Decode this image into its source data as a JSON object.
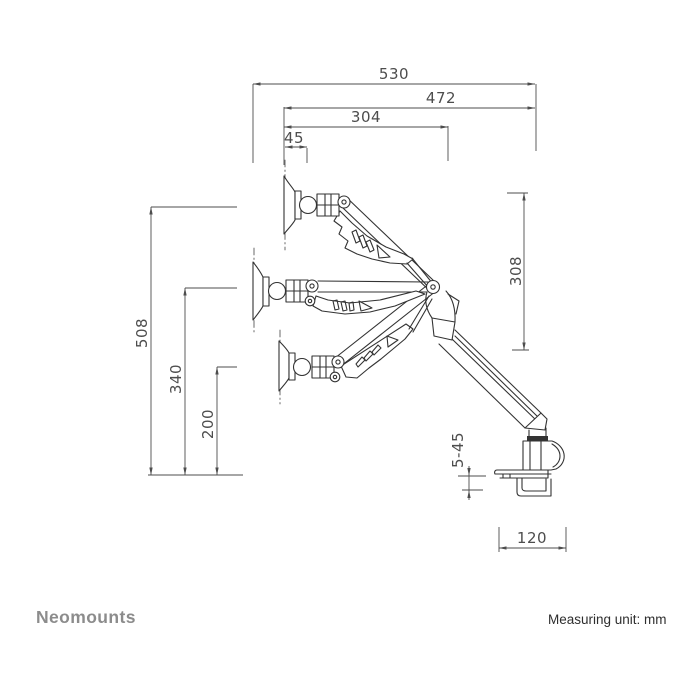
{
  "canvas": {
    "background": "#ffffff",
    "drawing_line_color": "#333333",
    "dimension_color": "#4d4d4d",
    "brand_color": "#8c8c8c"
  },
  "diagram": {
    "subject": "desk-mounted monitor arm, side view, three height positions",
    "dimensions": {
      "top_width_total": "530",
      "top_width_arm": "472",
      "top_width_front": "304",
      "top_width_vesa": "45",
      "left_height_max": "508",
      "left_height_mid": "340",
      "left_height_min": "200",
      "right_vertical_range": "308",
      "clamp_thickness_range": "5-45",
      "clamp_base_depth": "120"
    }
  },
  "footer": {
    "brand": "Neomounts",
    "unit_note": "Measuring unit: mm"
  }
}
